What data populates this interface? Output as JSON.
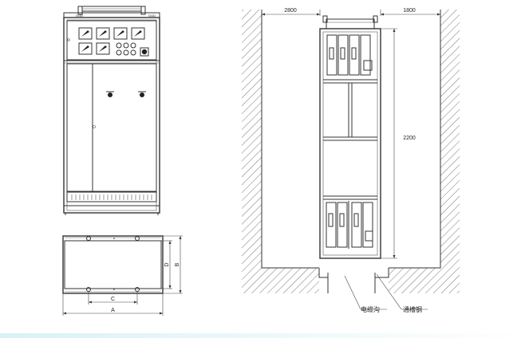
{
  "labels": {
    "width_left": "2800",
    "width_right": "1800",
    "height": "2200",
    "dim_c": "C",
    "dim_a": "A",
    "dim_d": "D",
    "dim_b": "B",
    "callout_trench": "电缆沟",
    "callout_channel": "通槽钢"
  },
  "colors": {
    "line": "#333333",
    "hatch": "#555555",
    "bottom_band": "#d9f1f6"
  }
}
